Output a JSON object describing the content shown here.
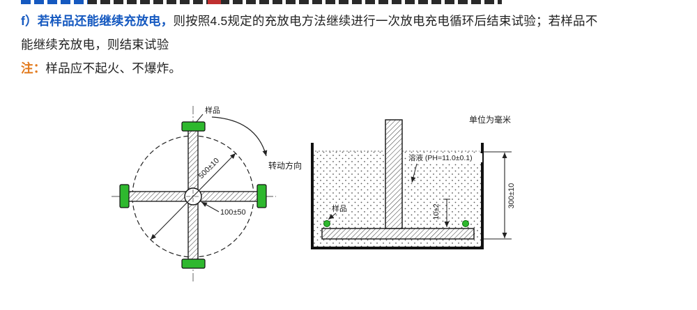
{
  "doc": {
    "line1_highlight": "f）若样品还能继续充放电，",
    "line1_rest": "则按照4.5规定的充放电方法继续进行一次放电充电循环后结束试验；若样品不",
    "line2": "能继续充放电，则结束试验",
    "note_label": "注：",
    "note_text": "样品应不起火、不爆炸。"
  },
  "colors": {
    "highlight_blue": "#1559c0",
    "note_orange": "#e2791c",
    "sample_green": "#2eb82e",
    "line_black": "#1a1a1a"
  },
  "left_diagram": {
    "sample_label": "样品",
    "radius_dim": "500±10",
    "hub_dim": "100±50",
    "rotation_label": "转动方向"
  },
  "right_diagram": {
    "units_label": "单位为毫米",
    "solution_label": "溶液 (PH=11.0±0.1)",
    "sample_label": "样品",
    "dim_small": "10±2",
    "dim_height": "300±10"
  }
}
